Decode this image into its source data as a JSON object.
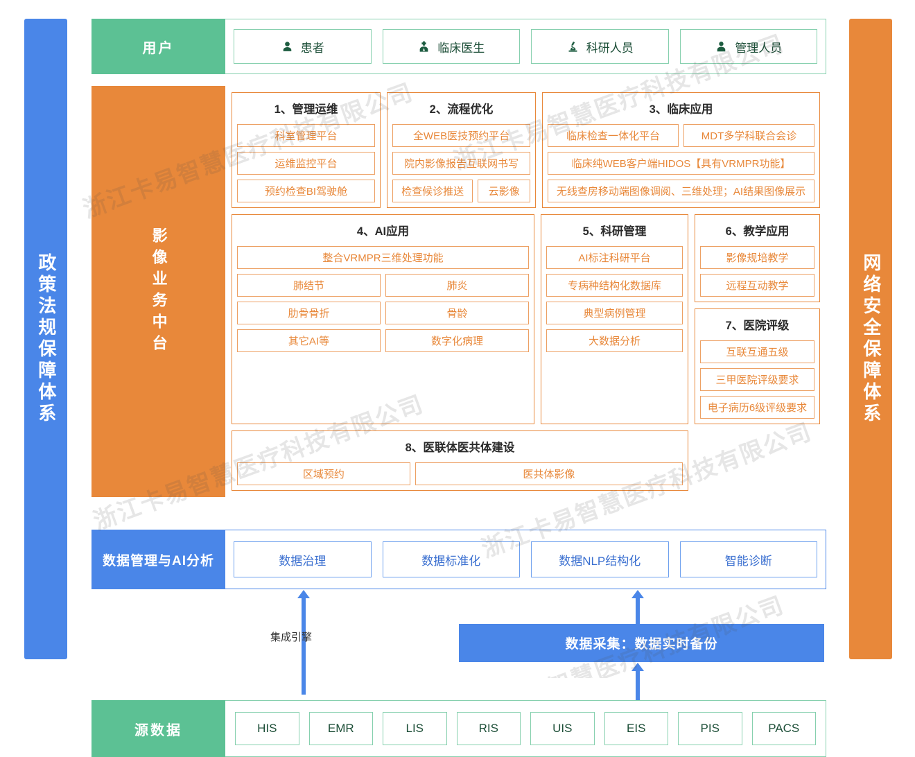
{
  "pillars": {
    "left": "政策法规保障体系",
    "right": "网络安全保障体系"
  },
  "colors": {
    "green": "#5cc194",
    "orange": "#e8883a",
    "blue": "#4a86e8",
    "green_border": "#86d0ae",
    "orange_border": "#eda063"
  },
  "users": {
    "label": "用户",
    "items": [
      {
        "icon": "patient-icon",
        "label": "患者"
      },
      {
        "icon": "doctor-icon",
        "label": "临床医生"
      },
      {
        "icon": "microscope-icon",
        "label": "科研人员"
      },
      {
        "icon": "manager-icon",
        "label": "管理人员"
      }
    ]
  },
  "platform": {
    "label": "影像业务中台",
    "groups": [
      {
        "title": "1、管理运维",
        "rows": [
          [
            "科室管理平台"
          ],
          [
            "运维监控平台"
          ],
          [
            "预约检查BI驾驶舱"
          ]
        ]
      },
      {
        "title": "2、流程优化",
        "rows": [
          [
            "全WEB医技预约平台"
          ],
          [
            "院内影像报告互联网书写"
          ],
          [
            "检查候诊推送",
            "云影像"
          ]
        ]
      },
      {
        "title": "3、临床应用",
        "rows": [
          [
            "临床检查一体化平台",
            "MDT多学科联合会诊"
          ],
          [
            "临床纯WEB客户端HIDOS【具有VRMPR功能】"
          ],
          [
            "无线查房移动端图像调阅、三维处理；AI结果图像展示"
          ]
        ]
      },
      {
        "title": "4、AI应用",
        "rows": [
          [
            "整合VRMPR三维处理功能"
          ],
          [
            "肺结节",
            "肺炎"
          ],
          [
            "肋骨骨折",
            "骨龄"
          ],
          [
            "其它AI等",
            "数字化病理"
          ]
        ]
      },
      {
        "title": "5、科研管理",
        "rows": [
          [
            "AI标注科研平台"
          ],
          [
            "专病种结构化数据库"
          ],
          [
            "典型病例管理"
          ],
          [
            "大数据分析"
          ]
        ]
      },
      {
        "title": "6、教学应用",
        "rows": [
          [
            "影像规培教学"
          ],
          [
            "远程互动教学"
          ]
        ]
      },
      {
        "title": "7、医院评级",
        "rows": [
          [
            "互联互通五级"
          ],
          [
            "三甲医院评级要求"
          ],
          [
            "电子病历6级评级要求"
          ]
        ]
      },
      {
        "title": "8、医联体医共体建设",
        "rows": [
          [
            "区域预约",
            "医共体影像"
          ]
        ]
      }
    ]
  },
  "data_layer": {
    "label": "数据管理与AI分析",
    "items": [
      "数据治理",
      "数据标准化",
      "数据NLP结构化",
      "智能诊断"
    ]
  },
  "middle": {
    "integration_label": "集成引擎",
    "capture_label": "数据采集：数据实时备份"
  },
  "source": {
    "label": "源数据",
    "items": [
      "HIS",
      "EMR",
      "LIS",
      "RIS",
      "UIS",
      "EIS",
      "PIS",
      "PACS"
    ]
  },
  "watermark": "浙江卡易智慧医疗科技有限公司"
}
